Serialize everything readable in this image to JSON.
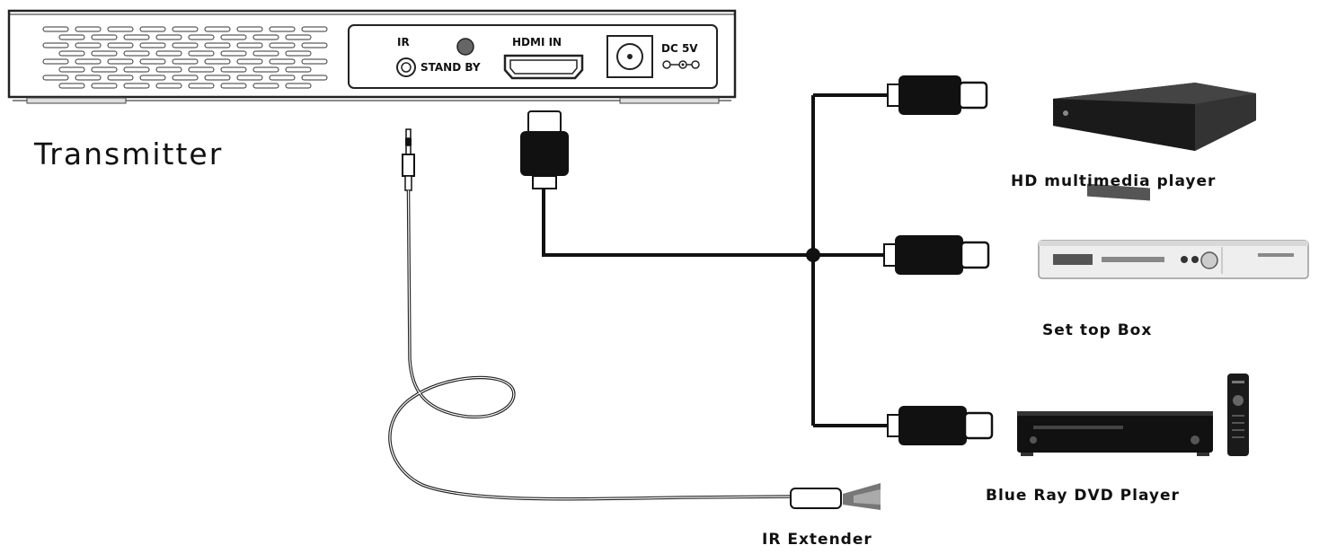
{
  "transmitter": {
    "title": "Transmitter",
    "ports": {
      "ir": "IR",
      "standby": "STAND BY",
      "hdmi_in": "HDMI IN",
      "dc": "DC 5V"
    }
  },
  "devices": {
    "hd_player": "HD multimedia player",
    "set_top_box": "Set top Box",
    "bluray": "Blue Ray DVD Player"
  },
  "ir_extender": "IR Extender"
}
